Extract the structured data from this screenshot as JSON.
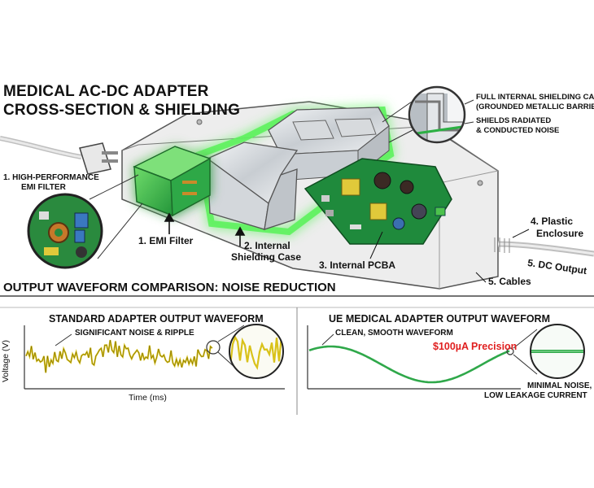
{
  "title": {
    "line1": "MEDICAL AC-DC ADAPTER",
    "line2": "CROSS-SECTION & SHIELDING"
  },
  "callouts": {
    "shield_case_line1": "FULL INTERNAL SHIELDING CASE",
    "shield_case_line2": "(GROUNDED METALLIC BARRIER)",
    "shields_line1": "SHIELDS RADIATED",
    "shields_line2": "& CONDUCTED NOISE",
    "emi_detail_line1": "1. HIGH-PERFORMANCE",
    "emi_detail_line2": "EMI FILTER"
  },
  "parts": {
    "emi_filter": "1. EMI Filter",
    "shield_case_line1": "2. Internal",
    "shield_case_line2": "Shielding Case",
    "pcba": "3. Internal PCBA",
    "plastic_line1": "4. Plastic",
    "plastic_line2": "Enclosure",
    "dc_output": "5. DC Output",
    "cables": "5. Cables"
  },
  "section_title": "OUTPUT WAVEFORM COMPARISON: NOISE REDUCTION",
  "left_panel": {
    "title": "STANDARD ADAPTER OUTPUT WAVEFORM",
    "annotation": "SIGNIFICANT NOISE & RIPPLE",
    "ylabel": "Voltage (V)",
    "xlabel": "Time (ms)"
  },
  "right_panel": {
    "title": "UE MEDICAL ADAPTER OUTPUT WAVEFORM",
    "annotation": "CLEAN, SMOOTH WAVEFORM",
    "precision": "$100µA Precision",
    "note_line1": "MINIMAL NOISE,",
    "note_line2": "LOW LEAKAGE CURRENT"
  },
  "colors": {
    "glow_green": "#5df25d",
    "emi_green": "#35b84a",
    "pcb_green": "#1f8a3c",
    "noisy_wave": "#d9c21a",
    "clean_wave": "#2fa84a",
    "precision_red": "#e02020",
    "enclosure": "#ececec"
  }
}
